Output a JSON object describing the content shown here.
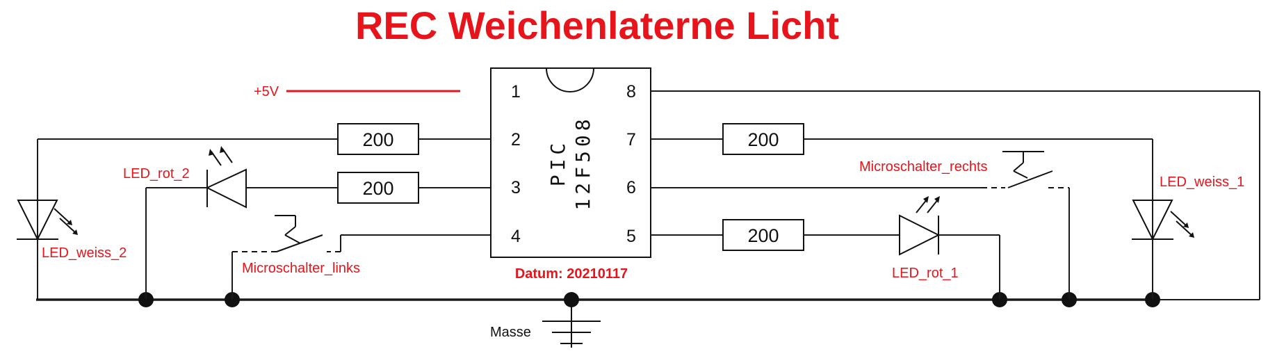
{
  "title": "REC Weichenlaterne Licht",
  "supply_label": "+5V",
  "ground_label": "Masse",
  "date_label": "Datum: 20210117",
  "chip": {
    "line1": "PIC",
    "line2": "12F508"
  },
  "pins": {
    "p1": "1",
    "p2": "2",
    "p3": "3",
    "p4": "4",
    "p5": "5",
    "p6": "6",
    "p7": "7",
    "p8": "8"
  },
  "resistors": {
    "r_pin2": "200",
    "r_pin3": "200",
    "r_pin7": "200",
    "r_pin5": "200"
  },
  "components": {
    "led_rot_2": "LED_rot_2",
    "led_weiss_2": "LED_weiss_2",
    "microschalter_links": "Microschalter_links",
    "microschalter_rechts": "Microschalter_rechts",
    "led_weiss_1": "LED_weiss_1",
    "led_rot_1": "LED_rot_1"
  },
  "colors": {
    "label_red": "#e8141b",
    "wire": "#1a1a1a"
  }
}
